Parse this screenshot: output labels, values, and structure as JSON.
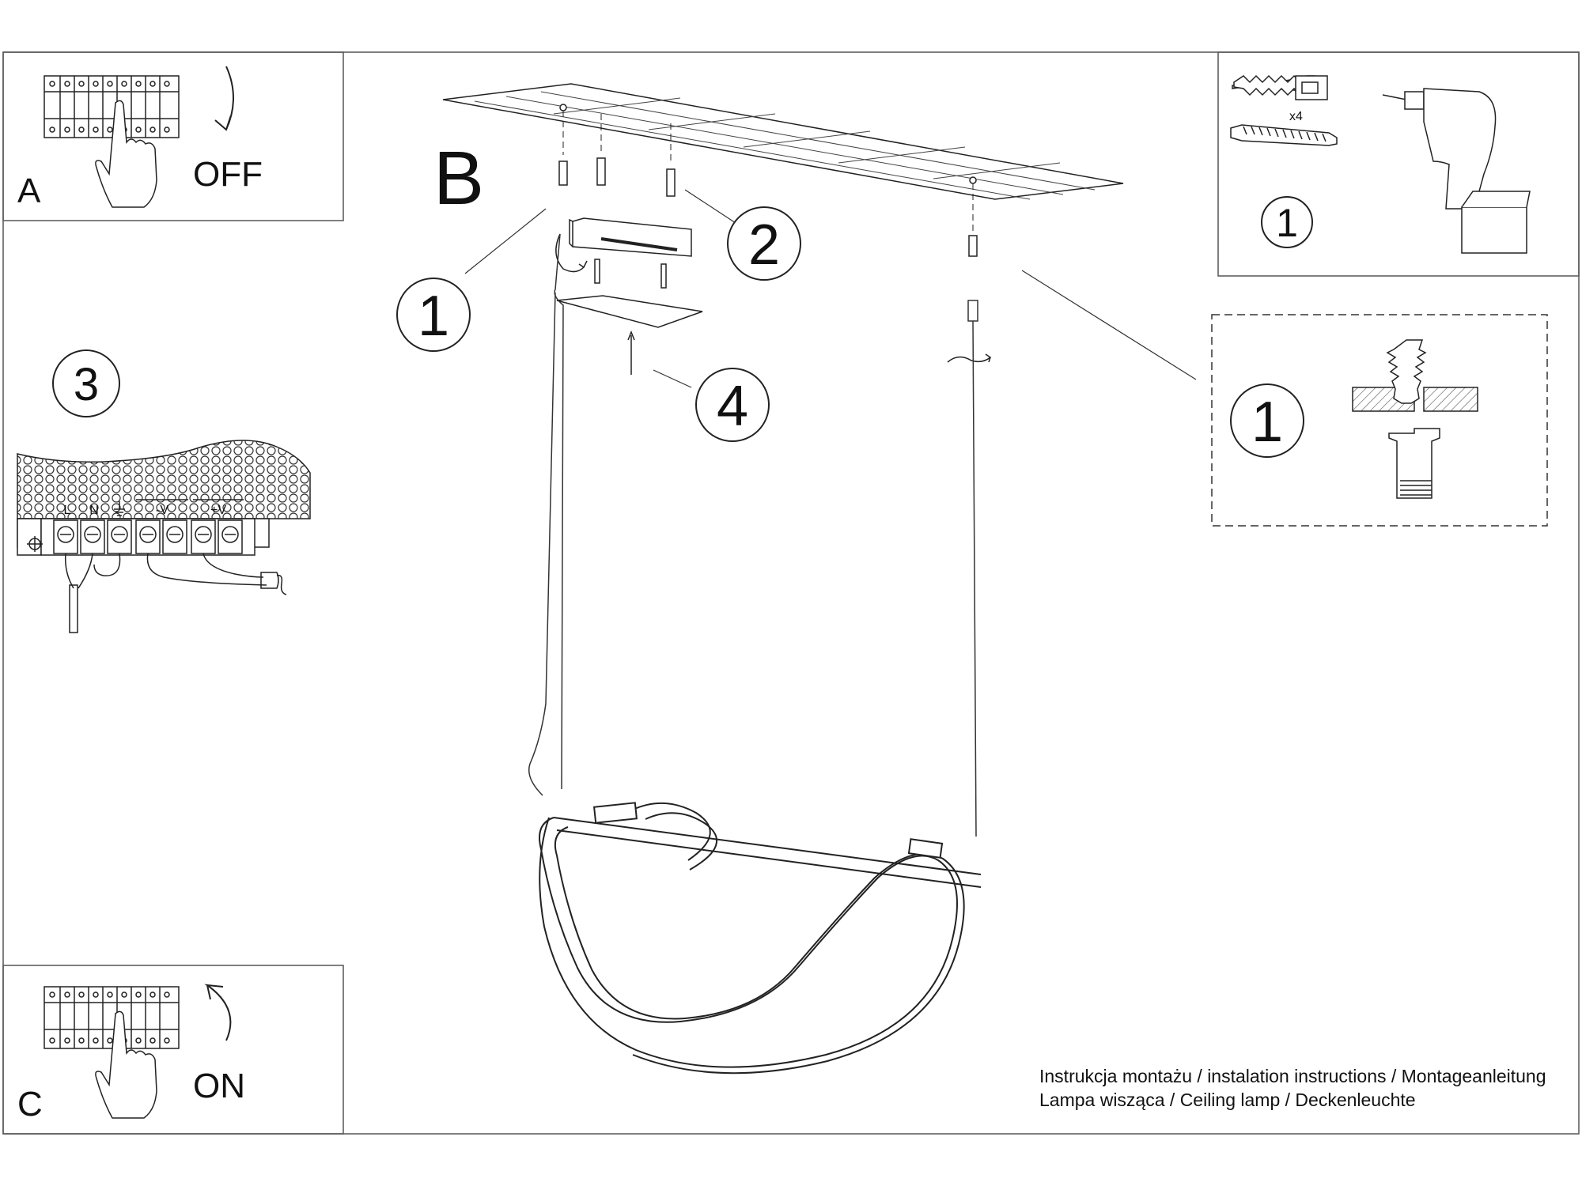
{
  "panels": {
    "a": {
      "letter": "A",
      "action": "OFF"
    },
    "b": {
      "letter": "B"
    },
    "c": {
      "letter": "C",
      "action": "ON"
    },
    "wiring": {
      "step": "3",
      "terminals": [
        "L",
        "N",
        "-V",
        "+V"
      ]
    },
    "tools": {
      "step": "1",
      "quantity": "x4"
    },
    "anchor_detail": {
      "step": "1"
    }
  },
  "callouts": {
    "one": "1",
    "two": "2",
    "four": "4"
  },
  "footer": {
    "line1": "Instrukcja montażu / instalation instructions / Montageanleitung",
    "line2": "Lampa wisząca / Ceiling lamp / Deckenleuchte"
  },
  "icons": [
    "breaker-switch-icon",
    "hand-icon",
    "curved-arrow-icon",
    "ground-symbol-icon",
    "wall-plug-icon",
    "screw-icon",
    "drill-icon"
  ]
}
